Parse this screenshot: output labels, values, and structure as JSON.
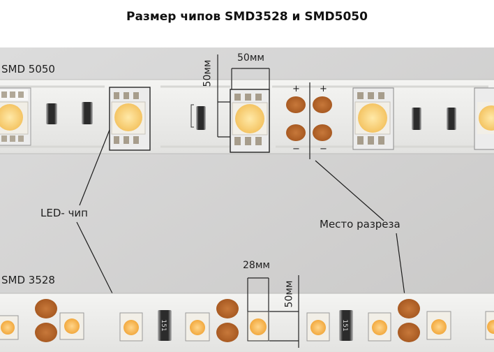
{
  "title": "Размер чипов SMD3528  и  SMD5050",
  "labels": {
    "smd5050": "SMD 5050",
    "smd3528": "SMD 3528",
    "led_chip": "LED- чип",
    "cut_place": "Место разреза",
    "dim_50mm_width": "50мм",
    "dim_50mm_height_top": "50мм",
    "dim_28mm": "28мм",
    "dim_50mm_height_bottom": "50мм",
    "plus_left": "+",
    "plus_right": "+",
    "minus_left": "−",
    "minus_right": "−"
  },
  "resistor_codes": {
    "bottom_1": "151",
    "bottom_2": "151"
  }
}
